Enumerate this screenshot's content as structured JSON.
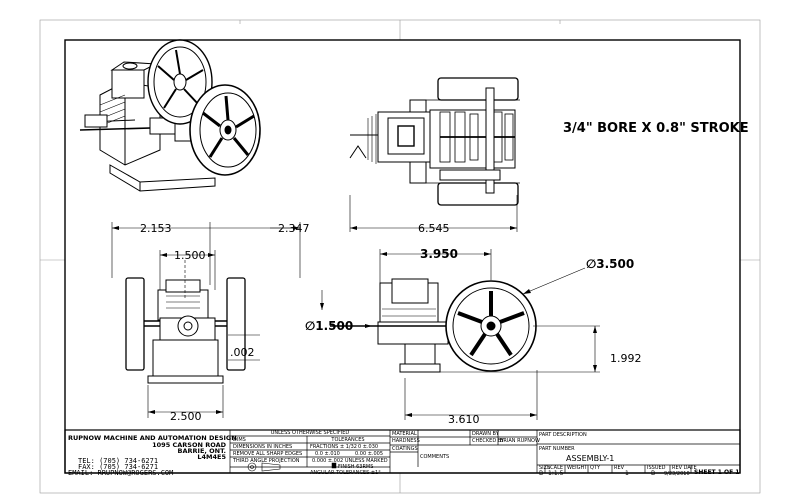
{
  "drawing": {
    "note": "3/4\" BORE X 0.8\" STROKE",
    "dims": {
      "top_left": "2.153",
      "top_right": "2.347",
      "top_width": "6.545",
      "front_inner": "1.500",
      "front_small": ".002",
      "front_base": "2.500",
      "side_len": "3.950",
      "flywheel_dia": "∅3.500",
      "shaft_dia": "∅1.500",
      "shaft_height": "1.992",
      "side_base": "3.610"
    }
  },
  "title_block": {
    "company_name": "RUPNOW MACHINE AND AUTOMATION DESIGN",
    "address1": "1095 CARSON ROAD",
    "address2": "BARRIE, ONT.",
    "postal": "L4M4E5",
    "tel": "TEL: (705) 734-6271",
    "fax": "FAX: (705) 734-6271",
    "email": "EMAIL: RRUPNOW@ROGERS.COM",
    "unless_spec": "UNLESS OTHERWISE SPECIFIED",
    "dims_label": "DIMS",
    "tolerances_label": "TOLERANCES",
    "dims_in_inches": "DIMENSIONS IN INCHES",
    "tol_row1": "FRACTIONS ± 1/32",
    "tol_row1b": "0    ±.030",
    "remove_burrs": "REMOVE ALL SHARP EDGES",
    "tol_row2": "0.0   ±.010",
    "tol_row2b": "0.00  ±.005",
    "third_angle": "THIRD ANGLE PROJECTION",
    "tol_row3": "0.000  ±.002 UNLESS MARKED",
    "finish": "FINISH  63RMS",
    "angular": "ANGULAR TOLERANCES   ±1°",
    "material": "MATERIAL",
    "hardness": "HARDNESS",
    "coatings": "COATINGS",
    "drawn_by_label": "DRAWN BY",
    "drawn_by": "BRIAN RUPNOW",
    "checked_label": "CHECKED BY",
    "comments": "COMMENTS",
    "part_desc_label": "PART DESCRIPTION",
    "part_number_label": "PART NUMBER",
    "part_number": "ASSEMBLY-1",
    "size_label": "SIZE",
    "size": "B",
    "scale_label": "SCALE",
    "scale": "1:1.5",
    "weight_label": "WEIGHT",
    "qty_label": "QTY",
    "rev_label": "REV",
    "rev": "1",
    "issued_label": "ISSUED",
    "rev_date_label": "REV DATE",
    "rev_date": "9/23/2010",
    "rev_letter": "B",
    "sheet": "SHEET 1 OF 1"
  }
}
